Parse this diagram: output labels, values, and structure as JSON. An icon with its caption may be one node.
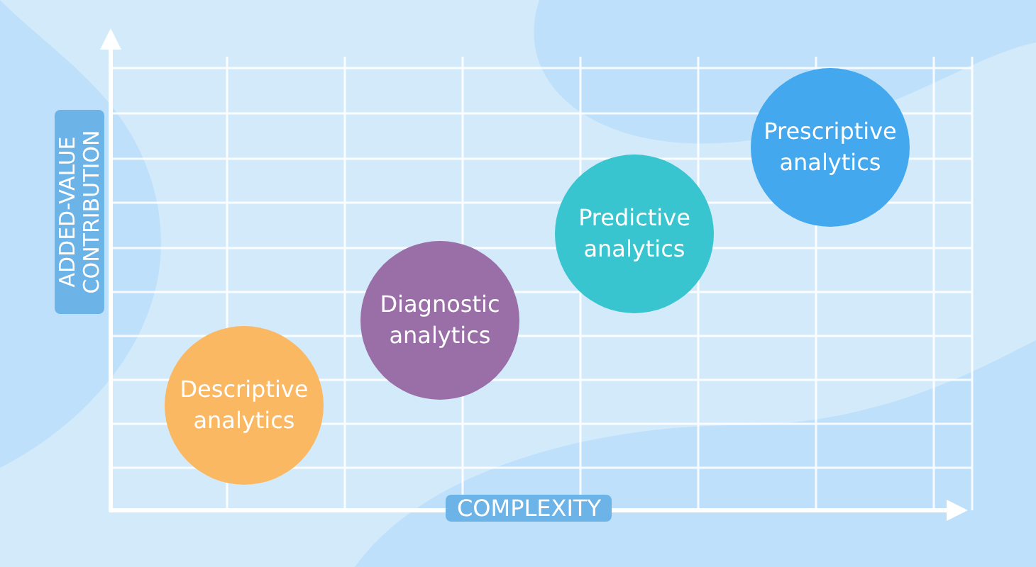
{
  "diagram": {
    "nodes": [
      {
        "text": [
          "Descriptive analytics"
        ]
      },
      {
        "text": [
          "Diagnostic analytics"
        ]
      },
      {
        "text": [
          "Predictive analytics"
        ]
      },
      {
        "text": [
          "Prescriptive analytics"
        ]
      }
    ],
    "labels": [
      "ADDED-VALUE CONTRIBUTION",
      "COMPLEXITY"
    ]
  }
}
